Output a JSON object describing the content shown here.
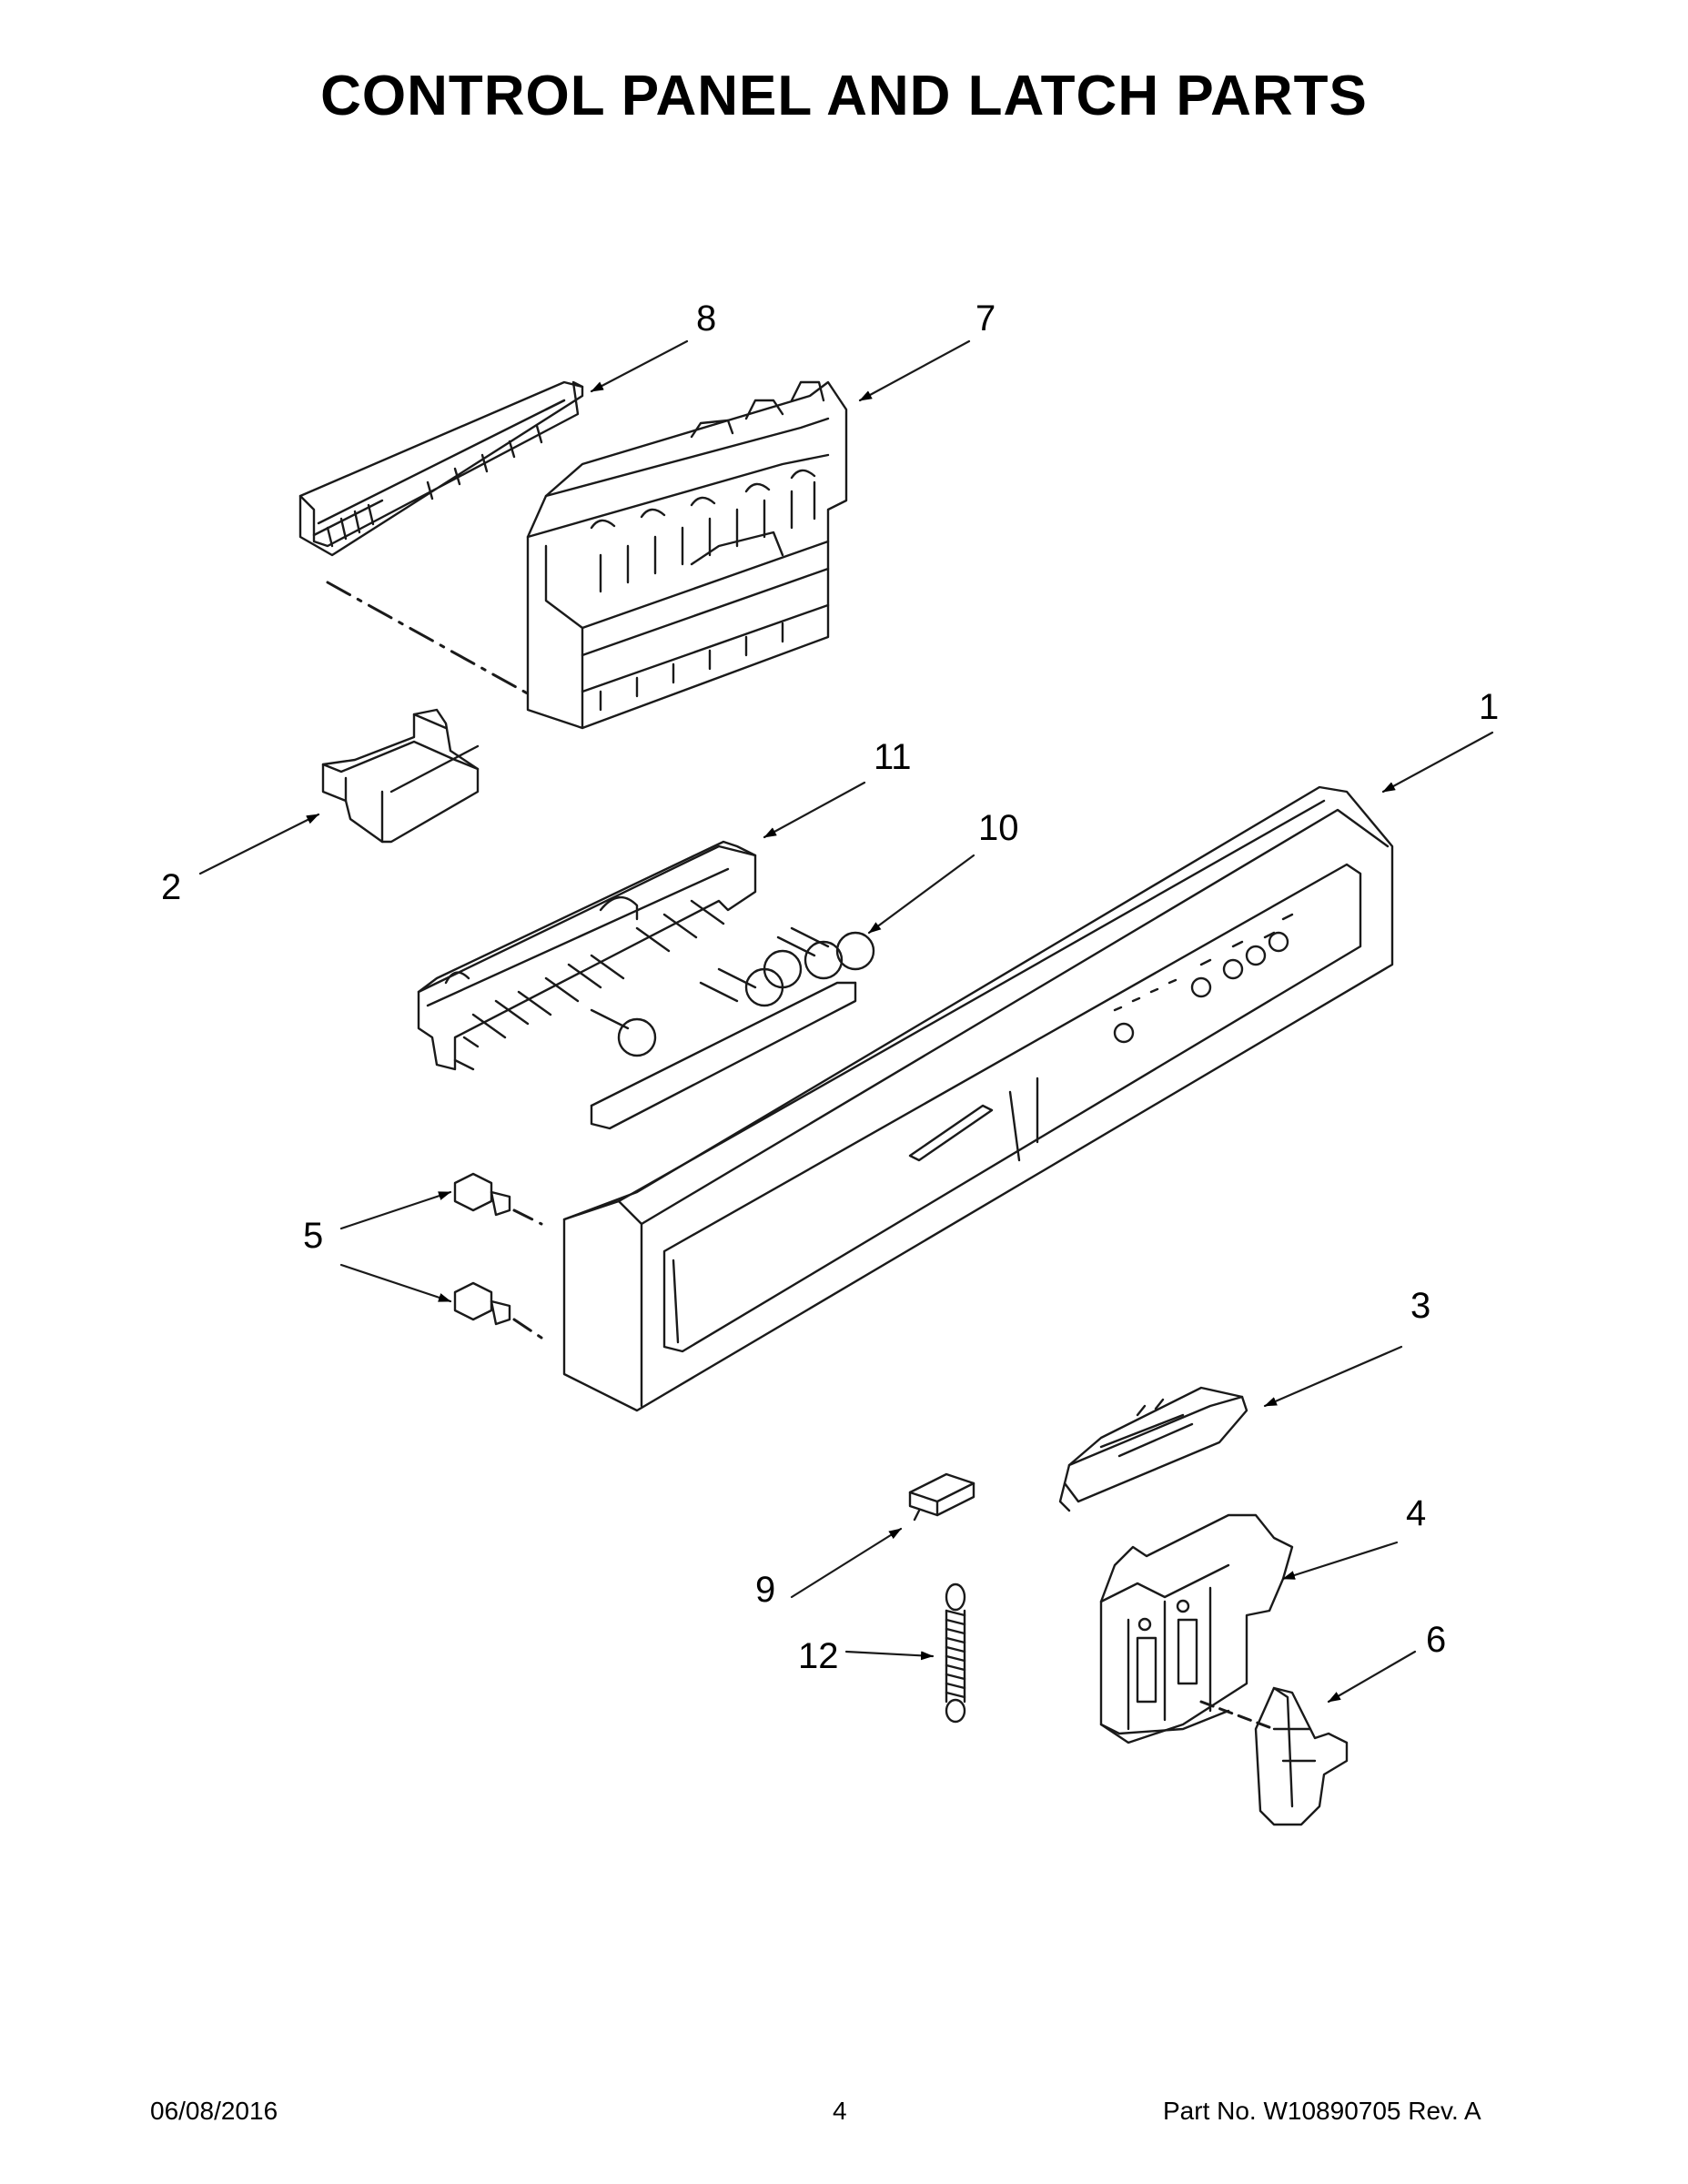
{
  "title": "CONTROL PANEL AND LATCH PARTS",
  "callouts": [
    "1",
    "2",
    "3",
    "4",
    "5",
    "6",
    "7",
    "8",
    "9",
    "10",
    "11",
    "12"
  ],
  "footer": {
    "date": "06/08/2016",
    "page": "4",
    "part_no": "Part No.  W10890705  Rev.  A"
  }
}
